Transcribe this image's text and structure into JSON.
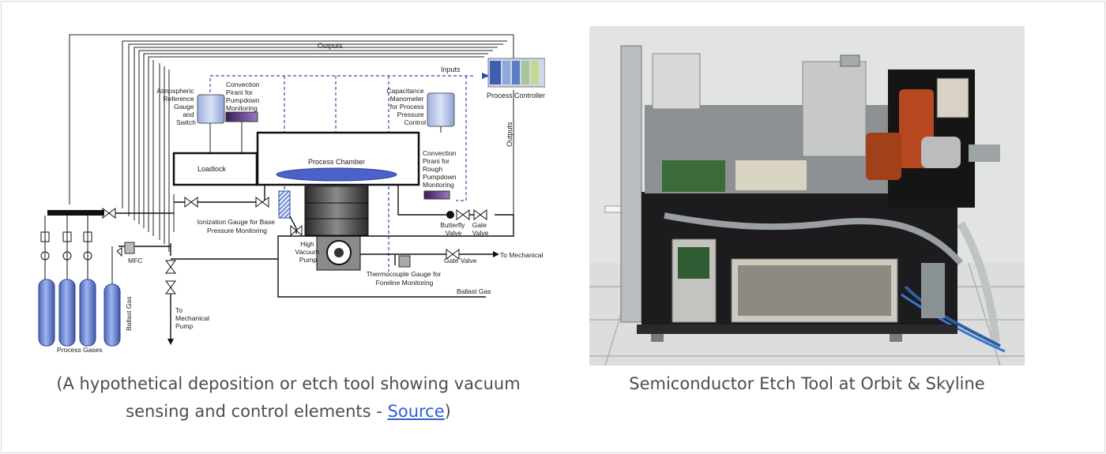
{
  "diagram": {
    "labels": {
      "outputs_top": "Outputs",
      "inputs": "Inputs",
      "process_controller": "Process Controller",
      "outputs_side": "Outputs",
      "atm_gauge": [
        "Atmospheric",
        "Reference",
        "Gauge",
        "and",
        "Switch"
      ],
      "convection_pirani_pumpdown": [
        "Convection",
        "Pirani for",
        "Pumpdown",
        "Monitoring"
      ],
      "capacitance_manometer": [
        "Capacitance",
        "Manometer",
        "for Process",
        "Pressure",
        "Control"
      ],
      "loadlock": "Loadlock",
      "process_chamber": "Process Chamber",
      "convection_pirani_rough": [
        "Convection",
        "Pirani for",
        "Rough",
        "Pumpdown",
        "Monitoring"
      ],
      "ionization_gauge": [
        "Ionization Gauge for Base",
        "Pressure Monitoring"
      ],
      "high_vacuum_pump": [
        "High",
        "Vacuum",
        "Pump"
      ],
      "butterfly_valve": [
        "Butterfly",
        "Valve"
      ],
      "gate_valve_upper": [
        "Gate",
        "Valve"
      ],
      "gate_valve_lower": "Gate Valve",
      "to_mech_pump_right": "To Mechanical Pump",
      "thermocouple_gauge": [
        "Thermocouple Gauge for",
        "Foreline Monitoring"
      ],
      "ballast_gas_line": "Ballast Gas",
      "mfc": "MFC",
      "to_mech_pump_bottom": [
        "To",
        "Mechanical",
        "Pump"
      ],
      "ballast_gas_cyl": "Ballast Gas",
      "process_gases": "Process Gases"
    }
  },
  "captions": {
    "left_pre": "(A hypothetical deposition or etch tool showing vacuum",
    "left_line2": "sensing and control elements - ",
    "left_link": "Source",
    "left_post": ")",
    "right": "Semiconductor Etch Tool at Orbit & Skyline"
  },
  "colors": {
    "caption_text": "#4d4d4d",
    "link": "#2f5fd6",
    "cylinder": "#7d95d8",
    "dashed_signal": "#2e4fa8"
  }
}
